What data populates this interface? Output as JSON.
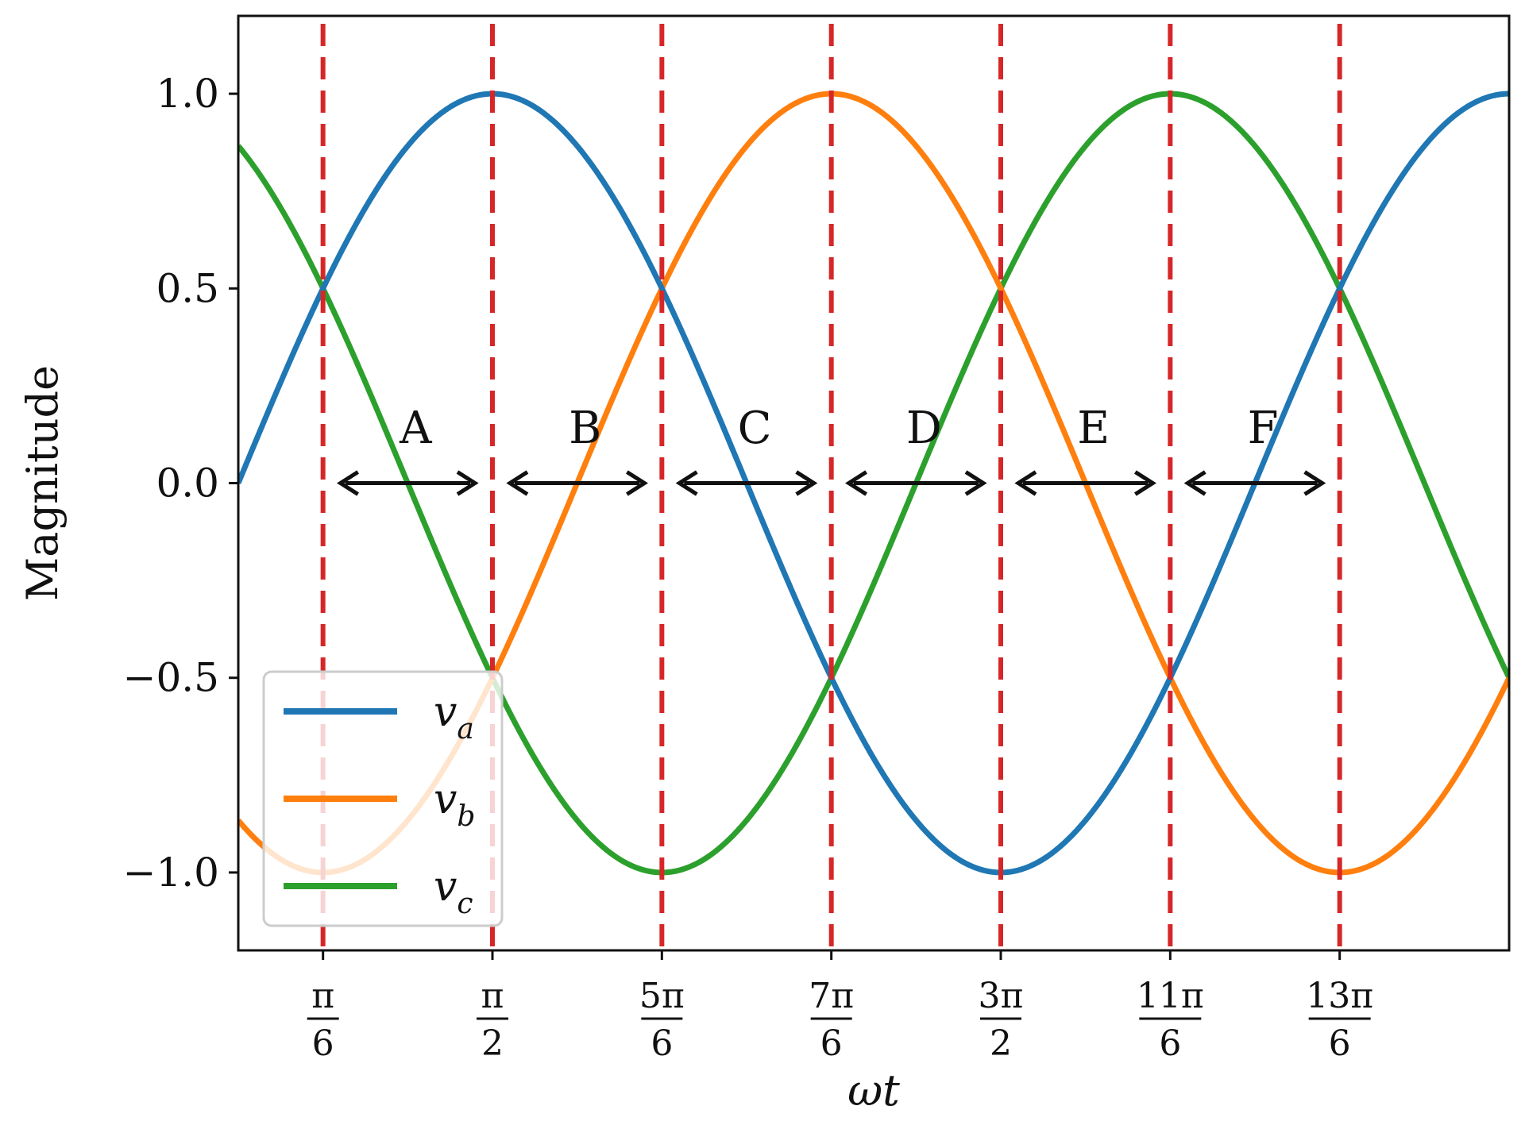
{
  "chart_data": {
    "type": "line",
    "xlabel": "ωt",
    "ylabel": "Magnitude",
    "xlim_over_pi": [
      0,
      2.5
    ],
    "ylim": [
      -1.2,
      1.2
    ],
    "yticks": [
      -1.0,
      -0.5,
      0.0,
      0.5,
      1.0
    ],
    "ytick_labels": [
      "−1.0",
      "−0.5",
      "0.0",
      "0.5",
      "1.0"
    ],
    "xticks_over_pi": [
      0.16667,
      0.5,
      0.83333,
      1.16667,
      1.5,
      1.83333,
      2.16667
    ],
    "xtick_labels": [
      {
        "num": "π",
        "den": "6"
      },
      {
        "num": "π",
        "den": "2"
      },
      {
        "num": "5π",
        "den": "6"
      },
      {
        "num": "7π",
        "den": "6"
      },
      {
        "num": "3π",
        "den": "2"
      },
      {
        "num": "11π",
        "den": "6"
      },
      {
        "num": "13π",
        "den": "6"
      }
    ],
    "series": [
      {
        "name": "v",
        "subscript": "a",
        "color": "#1f77b4",
        "phase_deg": 0,
        "x_over_pi": [
          0,
          0.25,
          0.5,
          0.75,
          1.0,
          1.25,
          1.5,
          1.75,
          2.0,
          2.25,
          2.5
        ],
        "y": [
          0,
          0.707,
          1.0,
          0.707,
          0,
          -0.707,
          -1.0,
          -0.707,
          0,
          0.707,
          1.0
        ]
      },
      {
        "name": "v",
        "subscript": "b",
        "color": "#ff7f0e",
        "phase_deg": -120,
        "x_over_pi": [
          0,
          0.25,
          0.5,
          0.75,
          1.0,
          1.25,
          1.5,
          1.75,
          2.0,
          2.25,
          2.5
        ],
        "y": [
          -0.866,
          -0.966,
          -0.5,
          0.259,
          0.866,
          0.966,
          0.5,
          -0.259,
          -0.866,
          -0.966,
          -0.5
        ]
      },
      {
        "name": "v",
        "subscript": "c",
        "color": "#2ca02c",
        "phase_deg": 120,
        "x_over_pi": [
          0,
          0.25,
          0.5,
          0.75,
          1.0,
          1.25,
          1.5,
          1.75,
          2.0,
          2.25,
          2.5
        ],
        "y": [
          0.866,
          0.259,
          -0.5,
          -0.966,
          -0.866,
          -0.259,
          0.5,
          0.966,
          0.866,
          0.259,
          -0.5
        ]
      }
    ],
    "vlines_over_pi": [
      0.16667,
      0.5,
      0.83333,
      1.16667,
      1.5,
      1.83333,
      2.16667
    ],
    "vline_color": "#d62728",
    "regions": [
      {
        "label": "A",
        "from_over_pi": 0.16667,
        "to_over_pi": 0.5
      },
      {
        "label": "B",
        "from_over_pi": 0.5,
        "to_over_pi": 0.83333
      },
      {
        "label": "C",
        "from_over_pi": 0.83333,
        "to_over_pi": 1.16667
      },
      {
        "label": "D",
        "from_over_pi": 1.16667,
        "to_over_pi": 1.5
      },
      {
        "label": "E",
        "from_over_pi": 1.5,
        "to_over_pi": 1.83333
      },
      {
        "label": "F",
        "from_over_pi": 1.83333,
        "to_over_pi": 2.16667
      }
    ],
    "legend_placement": "lower-left",
    "grid": false
  }
}
